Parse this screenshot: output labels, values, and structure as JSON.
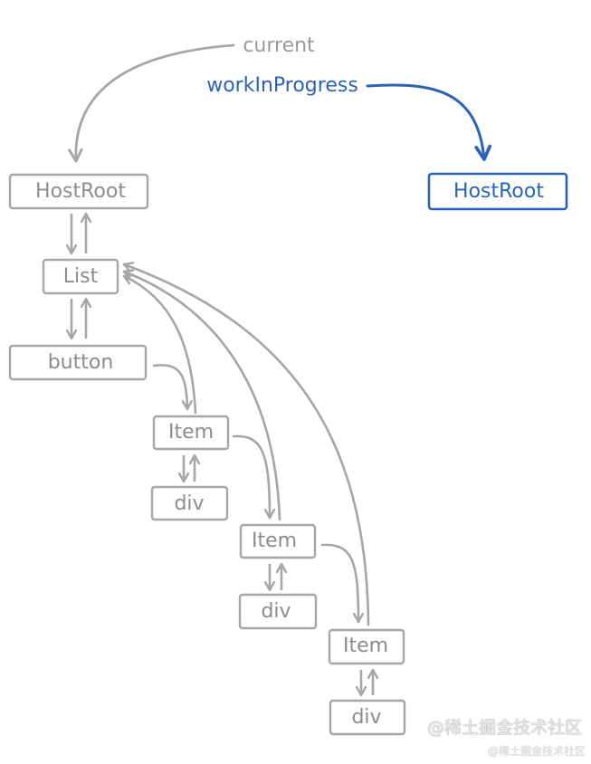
{
  "labels": {
    "current": "current",
    "work_in_progress": "workInProgress"
  },
  "nodes": {
    "current_root": "HostRoot",
    "wip_root": "HostRoot",
    "list": "List",
    "button": "button",
    "item1": "Item",
    "div1": "div",
    "item2": "Item",
    "div2": "div",
    "item3": "Item",
    "div3": "div"
  },
  "watermark": {
    "main": "@稀土掘金技术社区",
    "small": "@稀土掘金技术社区"
  },
  "colors": {
    "current_tree": "#a6a6a6",
    "current_text": "#8c8c8c",
    "wip_tree": "#2a62b8",
    "background": "#ffffff"
  }
}
